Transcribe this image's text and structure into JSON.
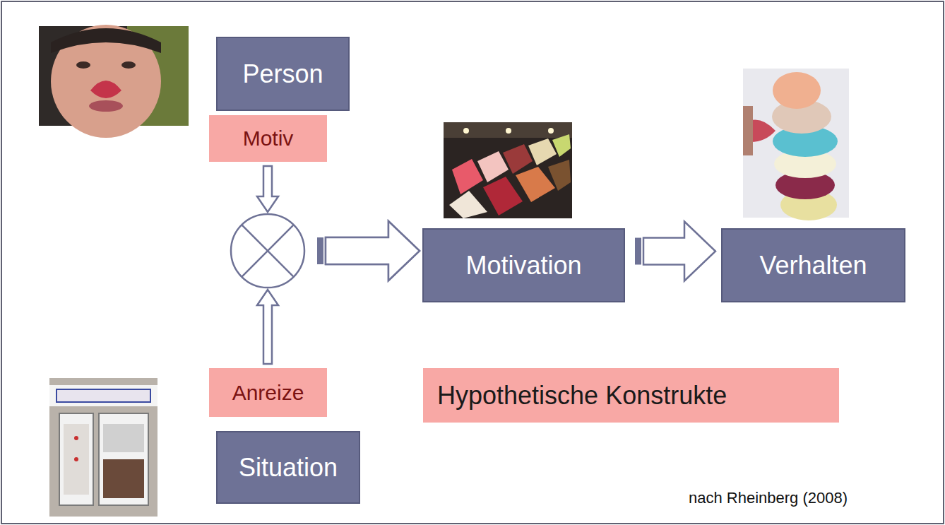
{
  "diagram": {
    "nodes": [
      {
        "text": [
          "Person"
        ]
      },
      {
        "text": [
          "Motiv"
        ]
      },
      {
        "text": [
          "Anreize"
        ]
      },
      {
        "text": [
          "Situation"
        ]
      },
      {
        "text": [
          "Motivation"
        ]
      },
      {
        "text": [
          "Verhalten"
        ]
      },
      {
        "text": [
          "Hypothetische Konstrukte"
        ]
      }
    ],
    "edges": [
      {
        "from": 1,
        "to": 4,
        "arrow": "to"
      },
      {
        "from": 2,
        "to": 4,
        "arrow": "to"
      },
      {
        "from": 4,
        "to": 5,
        "arrow": "to"
      }
    ],
    "labels": [
      "nach Rheinberg (2008)"
    ]
  }
}
